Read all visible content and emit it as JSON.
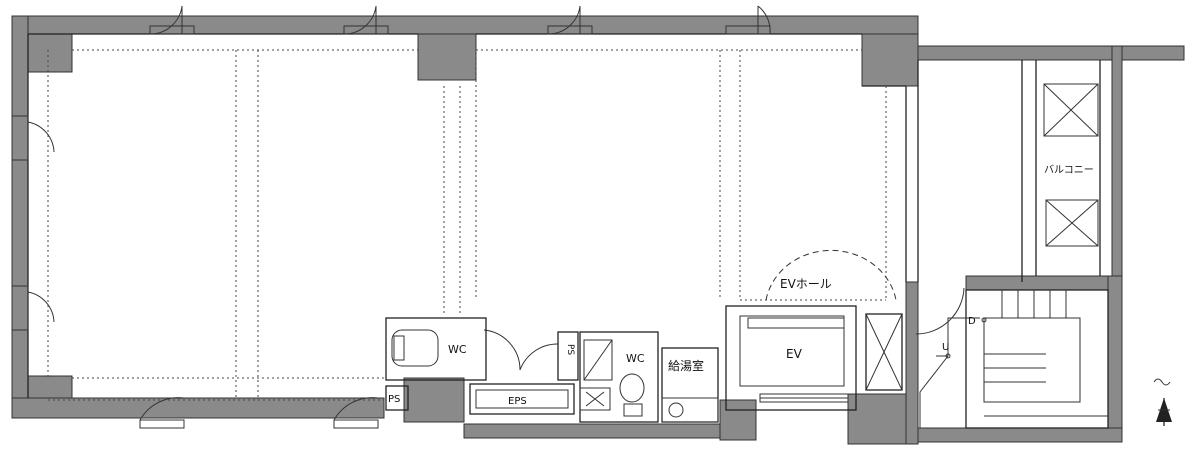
{
  "labels": {
    "wc1": "WC",
    "wc2": "WC",
    "ps1": "PS",
    "ps2": "PS",
    "eps": "EPS",
    "kitchen": "給湯室",
    "ev_hall": "EVホール",
    "ev": "EV",
    "balcony": "バルコニー",
    "down": "D",
    "up": "U"
  },
  "icons": [
    "north-arrow-icon"
  ],
  "colors": {
    "wall": "#8a8a8a",
    "line": "#222222",
    "background": "#ffffff"
  }
}
